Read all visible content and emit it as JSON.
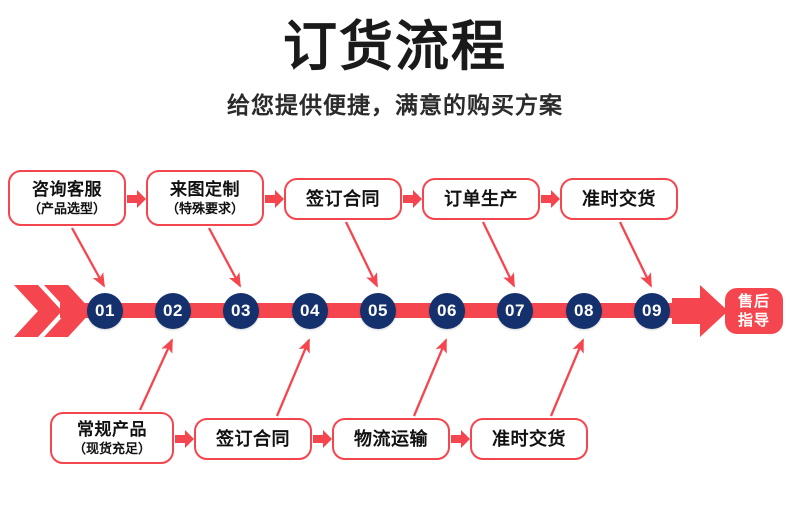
{
  "header": {
    "title": "订货流程",
    "subtitle": "给您提供便捷，满意的购买方案"
  },
  "colors": {
    "red": "#f5454e",
    "navy": "#14306d",
    "text": "#111111",
    "background": "#ffffff"
  },
  "top_steps": [
    {
      "line1": "咨询客服",
      "line2": "（产品选型）"
    },
    {
      "line1": "来图定制",
      "line2": "（特殊要求）"
    },
    {
      "line1": "签订合同",
      "line2": ""
    },
    {
      "line1": "订单生产",
      "line2": ""
    },
    {
      "line1": "准时交货",
      "line2": ""
    }
  ],
  "bottom_steps": [
    {
      "line1": "常规产品",
      "line2": "（现货充足）"
    },
    {
      "line1": "签订合同",
      "line2": ""
    },
    {
      "line1": "物流运输",
      "line2": ""
    },
    {
      "line1": "准时交货",
      "line2": ""
    }
  ],
  "timeline_nodes": [
    "01",
    "02",
    "03",
    "04",
    "05",
    "06",
    "07",
    "08",
    "09"
  ],
  "end_badge": {
    "line1": "售后",
    "line2": "指导"
  }
}
